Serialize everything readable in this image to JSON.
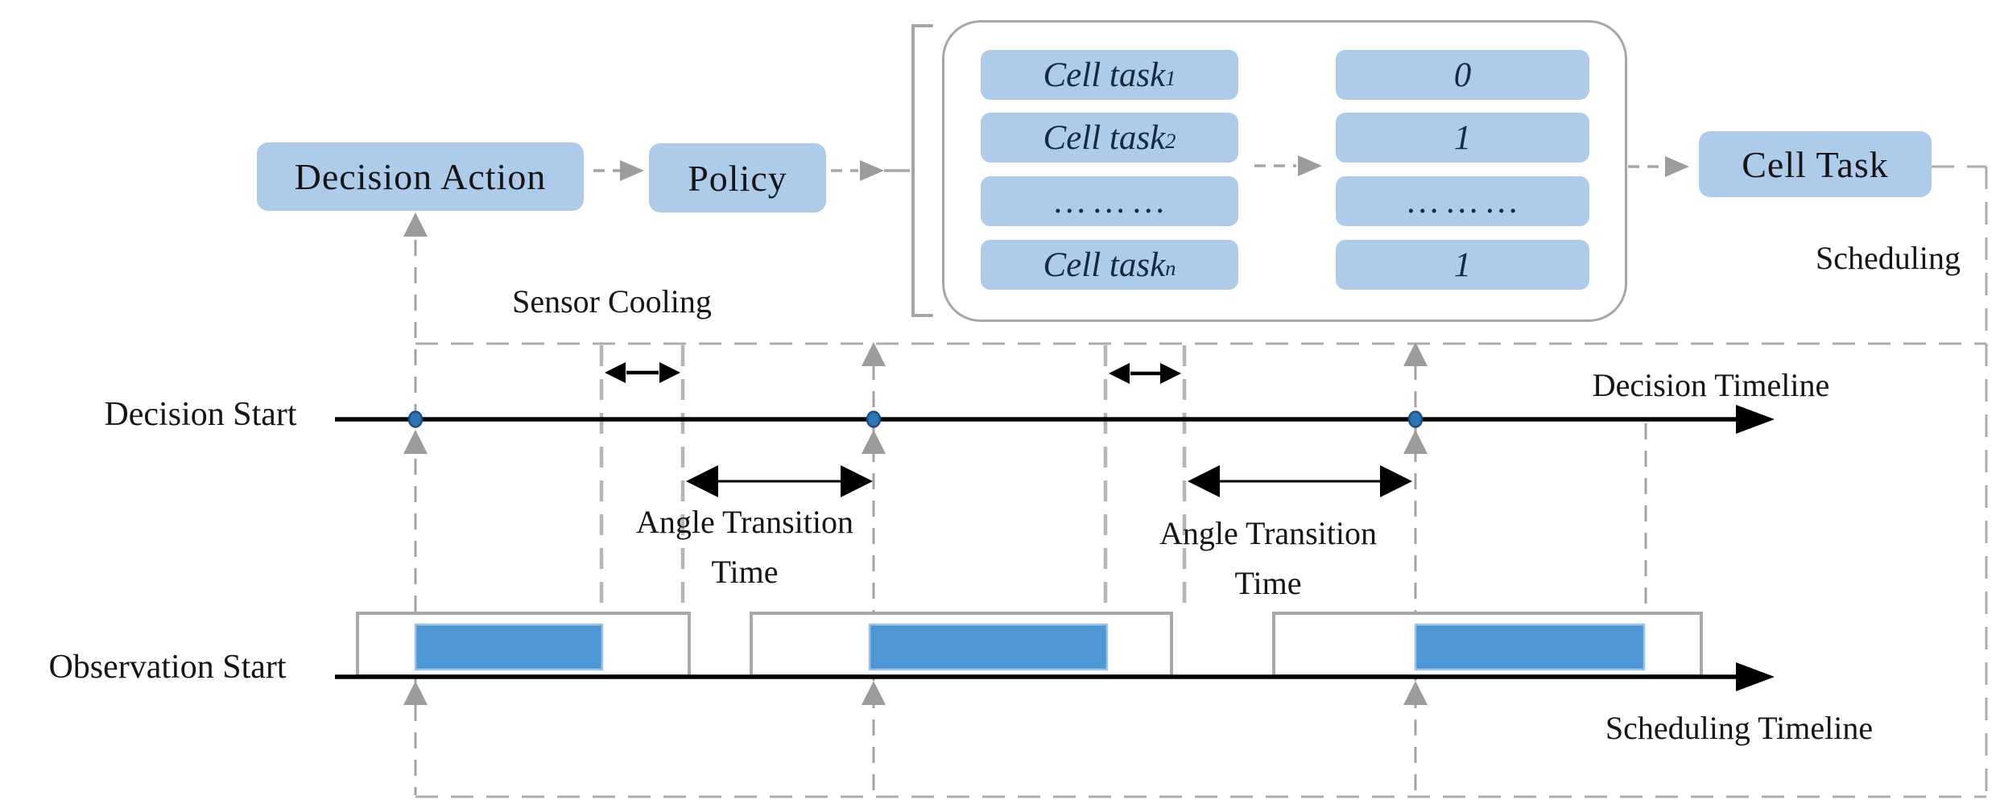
{
  "figure": {
    "boxes": {
      "decision_action": "Decision Action",
      "policy": "Policy",
      "cell_task": "Cell Task"
    },
    "task_table": {
      "tasks": [
        {
          "label": "Cell task",
          "sub": "1"
        },
        {
          "label": "Cell task",
          "sub": "2"
        },
        {
          "label": "… … …",
          "sub": ""
        },
        {
          "label": "Cell task",
          "sub": "n"
        }
      ],
      "assignments": [
        "0",
        "1",
        "… … …",
        "1"
      ]
    },
    "labels": {
      "scheduling": "Scheduling",
      "sensor_cooling": "Sensor Cooling",
      "decision_start": "Decision Start",
      "observation_start": "Observation Start",
      "decision_timeline": "Decision Timeline",
      "scheduling_timeline": "Scheduling Timeline",
      "angle_transition": "Angle Transition",
      "time": "Time"
    },
    "colors": {
      "box_fill": "#AECBE9",
      "bar_fill": "#4F97D4",
      "bar_border": "#9CC2E5",
      "outline_gray": "#A9A9A9",
      "dash_gray": "#A6A6A6",
      "dot_blue": "#2F74B5",
      "black": "#000000"
    }
  }
}
